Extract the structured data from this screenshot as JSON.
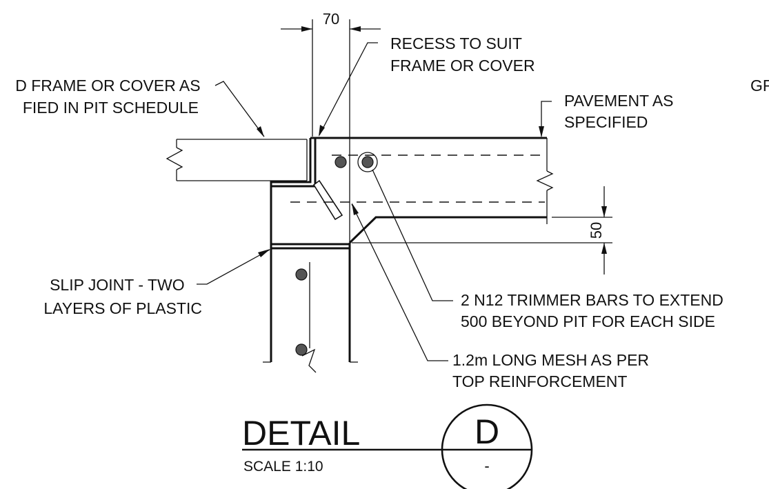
{
  "dimensions": {
    "recess_width": "70",
    "slab_step": "50"
  },
  "labels": {
    "frame_cover": [
      "D FRAME OR COVER AS",
      "FIED IN PIT SCHEDULE"
    ],
    "recess": [
      "RECESS TO SUIT",
      "FRAME OR COVER"
    ],
    "pavement": [
      "PAVEMENT AS",
      "SPECIFIED"
    ],
    "edge_cut": "GF",
    "slip_joint": [
      "SLIP JOINT - TWO",
      "LAYERS OF PLASTIC"
    ],
    "trimmer_bars": [
      "2 N12 TRIMMER BARS TO EXTEND",
      "500 BEYOND PIT FOR EACH SIDE"
    ],
    "mesh": [
      "1.2m LONG MESH AS PER",
      "TOP REINFORCEMENT"
    ]
  },
  "title_block": {
    "title": "DETAIL",
    "scale": "SCALE 1:10",
    "detail_letter": "D",
    "sheet_ref": "-"
  }
}
